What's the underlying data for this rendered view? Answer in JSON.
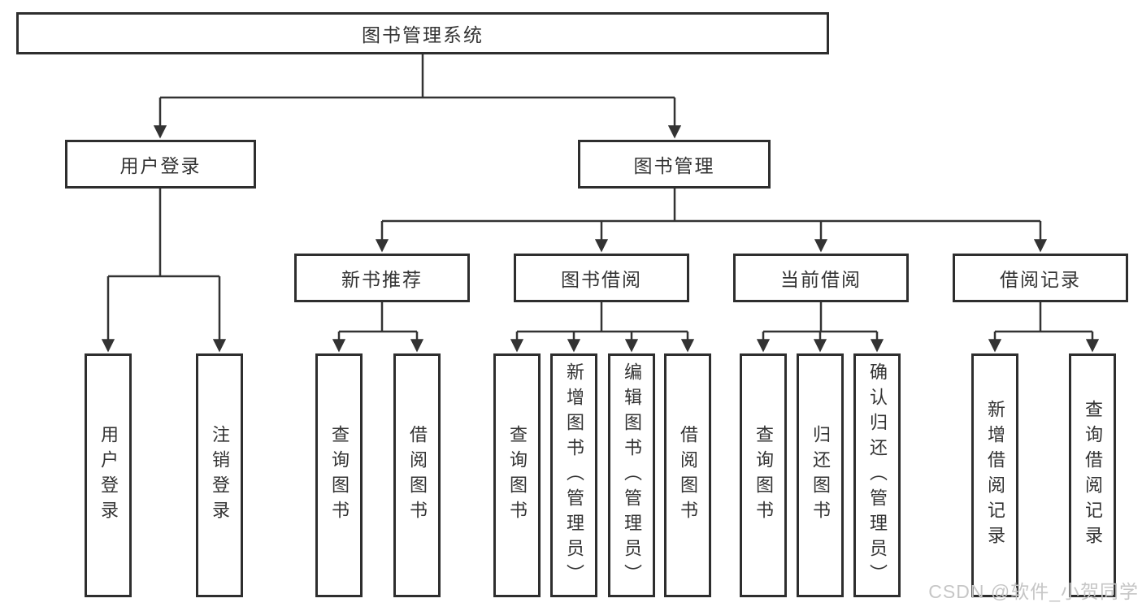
{
  "root": {
    "label": "图书管理系统"
  },
  "level1": {
    "user_login": {
      "label": "用户登录"
    },
    "book_management": {
      "label": "图书管理"
    }
  },
  "level2": {
    "new_book_recommend": {
      "label": "新书推荐"
    },
    "book_borrow": {
      "label": "图书借阅"
    },
    "current_borrow": {
      "label": "当前借阅"
    },
    "borrow_record": {
      "label": "借阅记录"
    }
  },
  "leaves": {
    "user_login_children": [
      "用户登录",
      "注销登录"
    ],
    "new_book_children": [
      "查询图书",
      "借阅图书"
    ],
    "book_borrow_children": [
      "查询图书",
      "新增图书（管理员）",
      "编辑图书（管理员）",
      "借阅图书"
    ],
    "current_borrow_children": [
      "查询图书",
      "归还图书",
      "确认归还（管理员）"
    ],
    "borrow_record_children": [
      "新增借阅记录",
      "查询借阅记录"
    ]
  },
  "watermark": {
    "text": "CSDN @软件_小贺同学"
  },
  "colors": {
    "line": "#333333",
    "box_border": "#2e2e2e",
    "text": "#333333",
    "watermark": "#c6c6c6",
    "background": "#ffffff"
  }
}
